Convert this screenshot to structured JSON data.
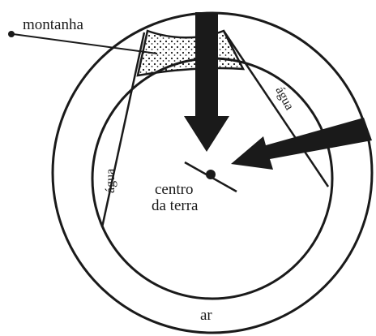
{
  "labels": {
    "mountain": "montanha",
    "water_left": "água",
    "water_right": "água",
    "center_line1": "centro",
    "center_line2": "da terra",
    "air": "ar"
  },
  "colors": {
    "ink": "#1a1a1a",
    "background": "#ffffff"
  }
}
